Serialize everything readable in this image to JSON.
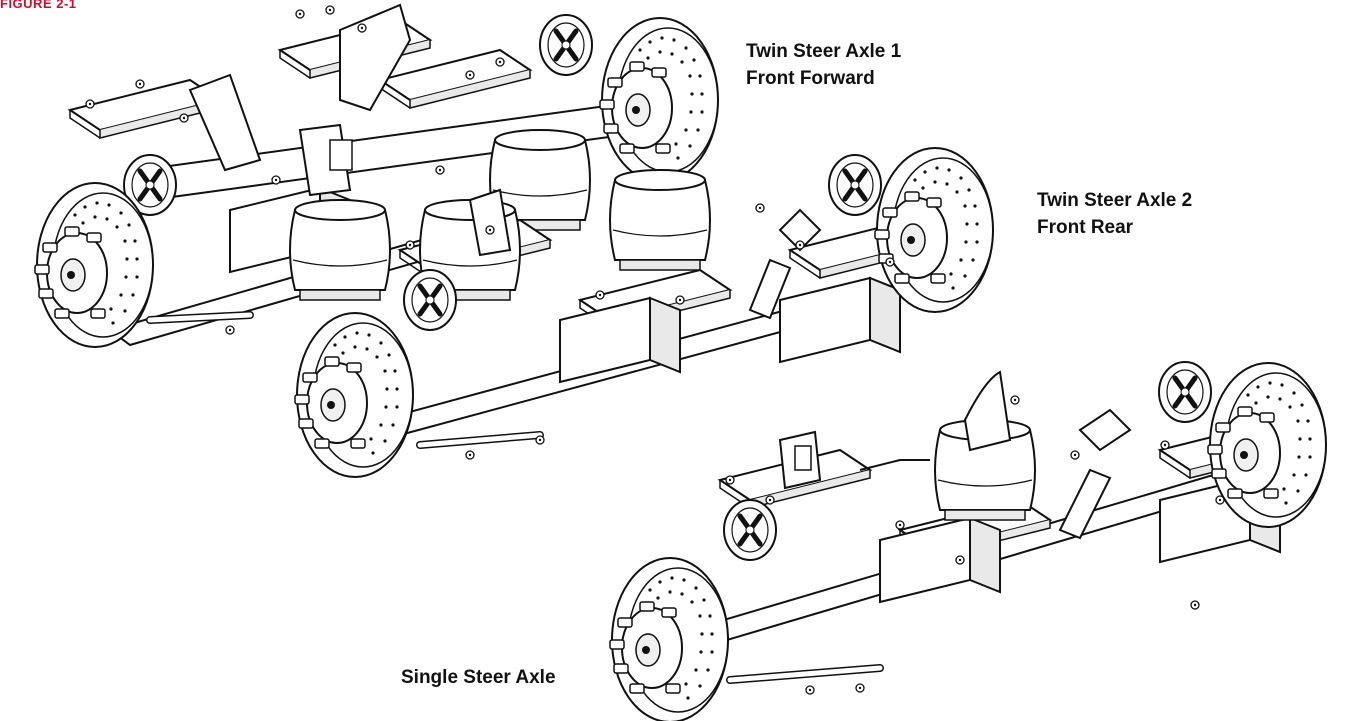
{
  "figure_label": "FIGURE 2-1",
  "colors": {
    "figure_label": "#c8102e",
    "line": "#111111",
    "fill": "#ffffff",
    "shade": "#e9e9e9"
  },
  "callouts": {
    "axle1": {
      "line1": "Twin Steer Axle 1",
      "line2": "Front Forward"
    },
    "axle2": {
      "line1": "Twin Steer Axle 2",
      "line2": "Front Rear"
    },
    "single": {
      "line1": "Single Steer Axle"
    }
  }
}
